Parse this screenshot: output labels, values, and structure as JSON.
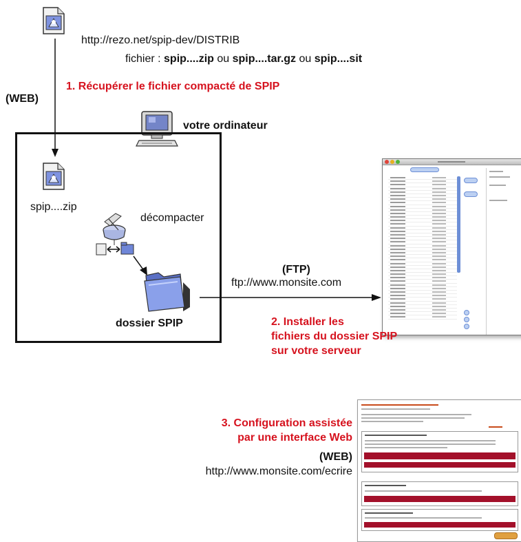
{
  "source": {
    "url": "http://rezo.net/spip-dev/DISTRIB",
    "files_prefix": "fichier : ",
    "file1": "spip....zip",
    "sep1": " ou ",
    "file2": "spip....tar.gz",
    "sep2": " ou ",
    "file3": "spip....sit"
  },
  "web_label_top": "(WEB)",
  "step1": "1. Récupérer le fichier compacté de SPIP",
  "computer_label": "votre ordinateur",
  "zip_label": "spip....zip",
  "unzip_label": "décompacter",
  "folder_label": "dossier SPIP",
  "ftp": {
    "label": "(FTP)",
    "url": "ftp://www.monsite.com"
  },
  "step2": {
    "line1": "2. Installer les",
    "line2": "fichiers du dossier SPIP",
    "line3": "sur votre serveur"
  },
  "step3": {
    "line1": "3. Configuration assistée",
    "line2": "par une interface Web",
    "web_label": "(WEB)",
    "url": "http://www.monsite.com/ecrire"
  },
  "colors": {
    "red": "#d6121e",
    "folder_blue": "#6f86d8",
    "finder_accent": "#6d8fd6",
    "install_bar": "#a3102a"
  },
  "icons": [
    "document-icon",
    "computer-icon",
    "unzip-icon",
    "folder-icon",
    "finder-window-screenshot",
    "install-form-screenshot"
  ]
}
